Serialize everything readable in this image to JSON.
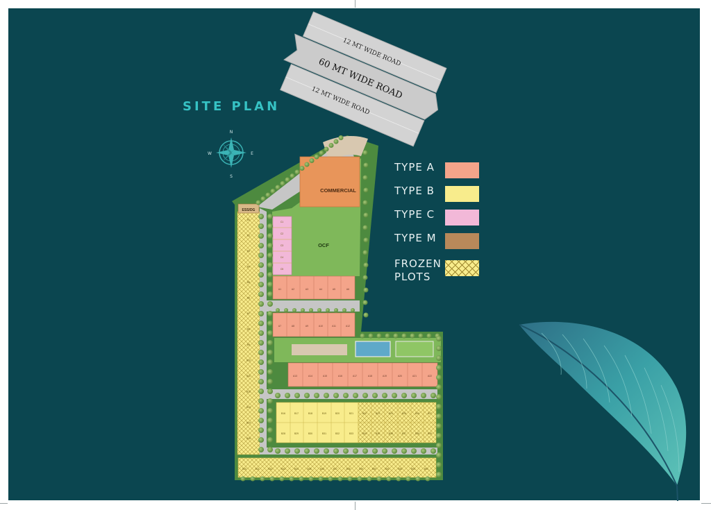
{
  "title": "SITE PLAN",
  "compass": {
    "n": "N",
    "s": "S",
    "e": "E",
    "w": "W"
  },
  "roads": {
    "top": "12 MT WIDE ROAD",
    "middle": "60 MT WIDE ROAD",
    "bottom": "12 MT WIDE ROAD"
  },
  "zones": {
    "commercial": "COMMERCIAL",
    "ocf": "OCF",
    "ess": "ESS/DG"
  },
  "legend": [
    {
      "label": "TYPE A",
      "color": "#f4a48a",
      "pattern": "solid"
    },
    {
      "label": "TYPE B",
      "color": "#f8ec8c",
      "pattern": "solid"
    },
    {
      "label": "TYPE C",
      "color": "#f2b8d8",
      "pattern": "solid"
    },
    {
      "label": "TYPE M",
      "color": "#b8895a",
      "pattern": "solid"
    },
    {
      "label": "FROZEN\nPLOTS",
      "color": "#f8ec8c",
      "pattern": "crosshatch"
    }
  ],
  "plots": {
    "row1": [
      "A1",
      "A2",
      "A3",
      "A4",
      "A5",
      "A6"
    ],
    "row2": [
      "A7",
      "A8",
      "A9",
      "A10",
      "A11",
      "A12"
    ],
    "row3": [
      "A13",
      "A14",
      "A15",
      "A16",
      "A17",
      "A18",
      "A19",
      "A20",
      "A21",
      "A22"
    ],
    "rowB1": [
      "B16",
      "B17",
      "B18",
      "B19",
      "B20",
      "B21",
      "B22",
      "B23",
      "B24",
      "B25",
      "B26",
      "B27"
    ],
    "rowB2": [
      "B28",
      "B29",
      "B30",
      "B31",
      "B32",
      "B33",
      "B34",
      "B35",
      "B36",
      "B37",
      "B38",
      "B39"
    ],
    "typeC": [
      "C1",
      "C2",
      "C3",
      "C4",
      "C5"
    ],
    "leftCol": [
      "B1",
      "B2",
      "B3",
      "B4",
      "B5",
      "B6",
      "B7",
      "B8",
      "B9",
      "B10",
      "B11",
      "B12",
      "B13",
      "B14",
      "B15"
    ],
    "bottomRow": [
      "B40",
      "B41",
      "B42",
      "B43",
      "B44",
      "B45",
      "B46",
      "B47",
      "B48",
      "B49",
      "B50",
      "B51",
      "B52",
      "B53",
      "B54"
    ]
  }
}
